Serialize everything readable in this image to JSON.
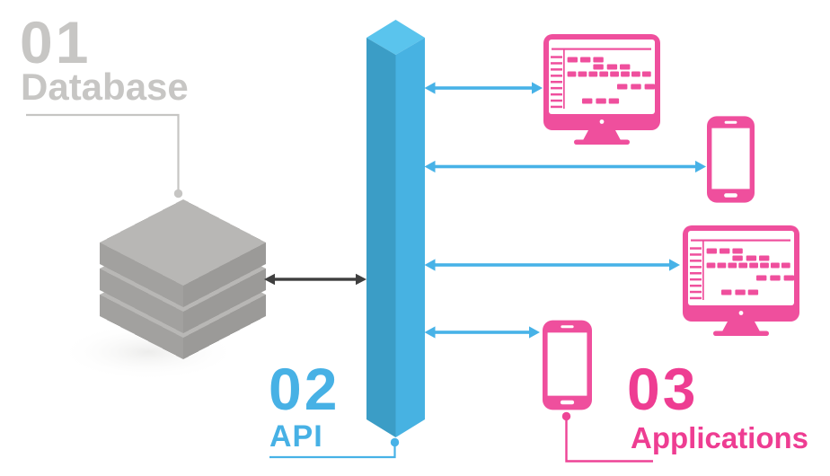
{
  "steps": {
    "database": {
      "number": "01",
      "label": "Database"
    },
    "api": {
      "number": "02",
      "label": "API"
    },
    "applications": {
      "number": "03",
      "label": "Applications"
    }
  },
  "colors": {
    "gray_label": "#c7c6c4",
    "blue_accent": "#47b1e5",
    "pink_label": "#ee3d92",
    "pink_device": "#ef4f9d",
    "dark_arrow": "#3f3f3f",
    "database_top_face": "#b8b7b5",
    "database_left_face": "#a2a19f",
    "database_right_face": "#9b9a98",
    "api_bar_top_face": "#5ac4ed",
    "api_bar_left_face": "#3b9dc6",
    "api_bar_right_face": "#47b2e2"
  },
  "icons": {
    "database_stack": "isometric stack of three gray slabs",
    "api_bar": "tall blue isometric column",
    "monitor": "desktop monitor with gantt-style app screen",
    "phone": "smartphone with blank screen"
  },
  "connections": [
    {
      "from": "database",
      "to": "api-bar",
      "style": "double-arrow-dark"
    },
    {
      "from": "api-bar",
      "to": "monitor-1",
      "style": "double-arrow-blue"
    },
    {
      "from": "api-bar",
      "to": "phone-1",
      "style": "double-arrow-blue"
    },
    {
      "from": "api-bar",
      "to": "monitor-2",
      "style": "double-arrow-blue"
    },
    {
      "from": "api-bar",
      "to": "phone-2",
      "style": "double-arrow-blue"
    }
  ]
}
